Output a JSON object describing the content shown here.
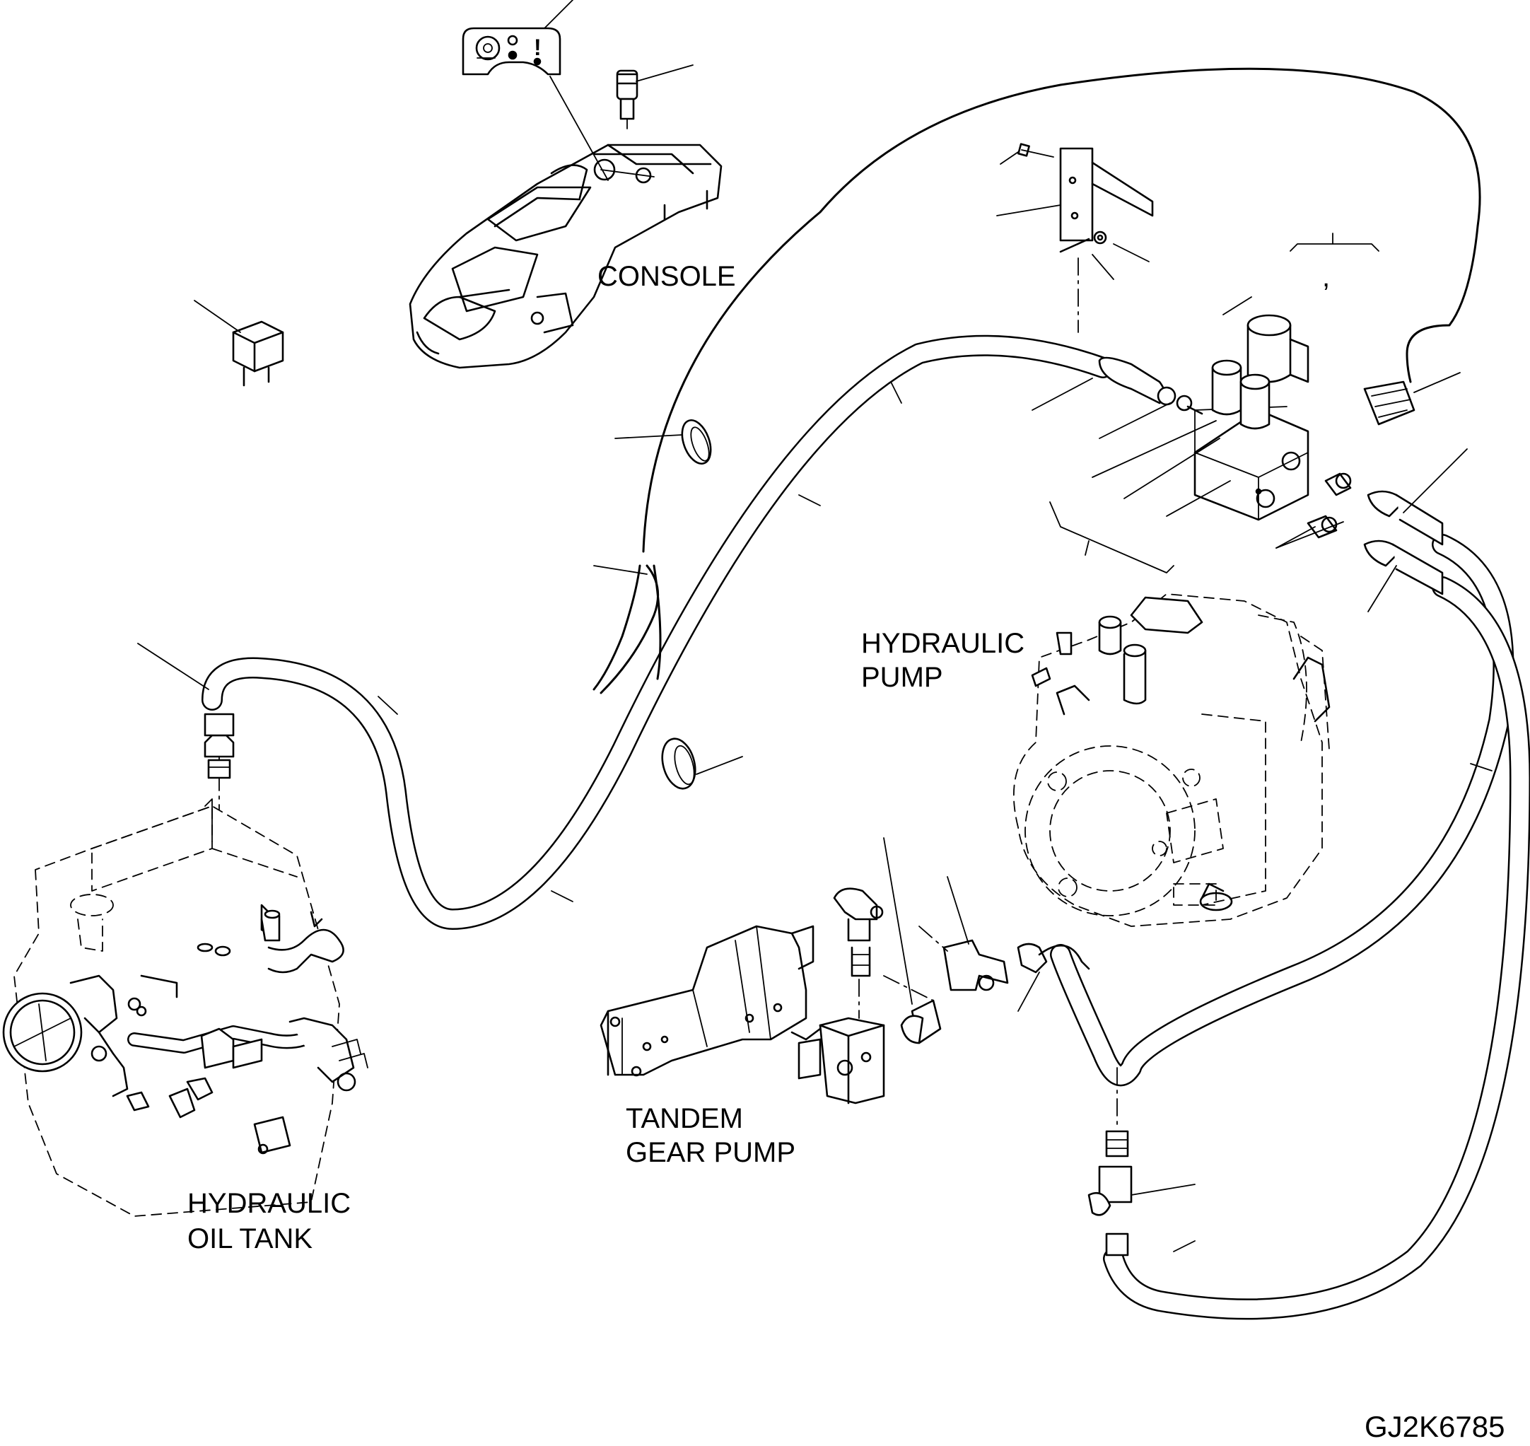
{
  "labels": {
    "console": "CONSOLE",
    "hydraulic_pump_line1": "HYDRAULIC",
    "hydraulic_pump_line2": "PUMP",
    "tandem_gear_pump_line1": "TANDEM",
    "tandem_gear_pump_line2": "GEAR PUMP",
    "hydraulic_oil_tank_line1": "HYDRAULIC",
    "hydraulic_oil_tank_line2": "OIL TANK"
  },
  "drawing_number": "GJ2K6785",
  "indicator_glyph": "!",
  "small_mark": ","
}
